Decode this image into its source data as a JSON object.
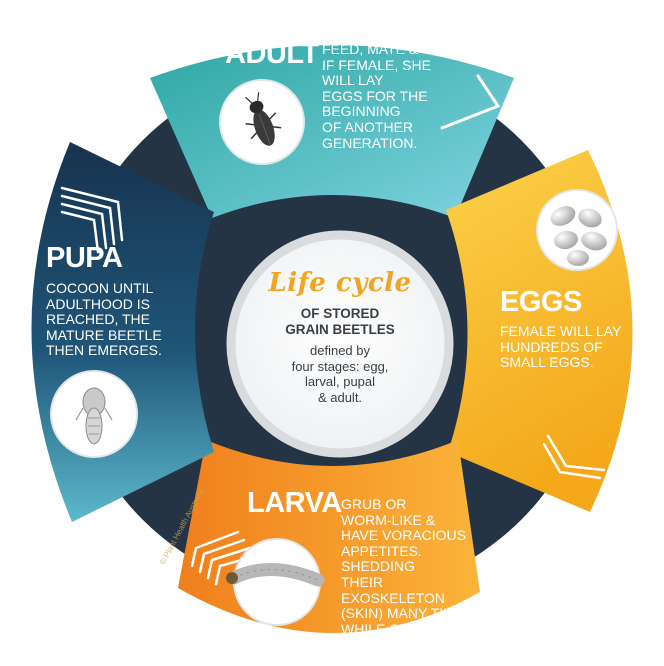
{
  "center": {
    "title": "Life cycle",
    "subtitle_line1": "OF STORED",
    "subtitle_line2": "GRAIN BEETLES",
    "desc_lines": [
      "defined by",
      "four stages: egg,",
      "larval, pupal",
      "& adult."
    ]
  },
  "stages": {
    "adult": {
      "title": "ADULT",
      "desc_lines": [
        "FEED, MATE &",
        "IF FEMALE, SHE",
        "WILL LAY",
        "EGGS FOR THE",
        "BEGINNING",
        "OF ANOTHER",
        "GENERATION."
      ],
      "color": "#3fb6c2"
    },
    "eggs": {
      "title": "EGGS",
      "desc_lines": [
        "FEMALE WILL LAY",
        "HUNDREDS OF",
        "SMALL EGGS."
      ],
      "color": "#f7c21c"
    },
    "larva": {
      "title": "LARVA",
      "desc_lines": [
        "GRUB OR",
        "WORM-LIKE &",
        "HAVE VORACIOUS",
        "APPETITES. SHEDDING",
        "THEIR EXOSKELETON",
        "(SKIN) MANY TIMES",
        "WHILE GROWING."
      ],
      "color": "#f29a1f"
    },
    "pupa": {
      "title": "PUPA",
      "desc_lines": [
        "COCOON UNTIL",
        "ADULTHOOD IS",
        "REACHED, THE",
        "MATURE BEETLE",
        "THEN EMERGES."
      ],
      "color": "#1f4a6e"
    }
  },
  "credit": "© Plant Health Australia",
  "colors": {
    "ring": "#253444",
    "center_border": "#d9dcdf",
    "title_accent": "#f2a51e"
  }
}
